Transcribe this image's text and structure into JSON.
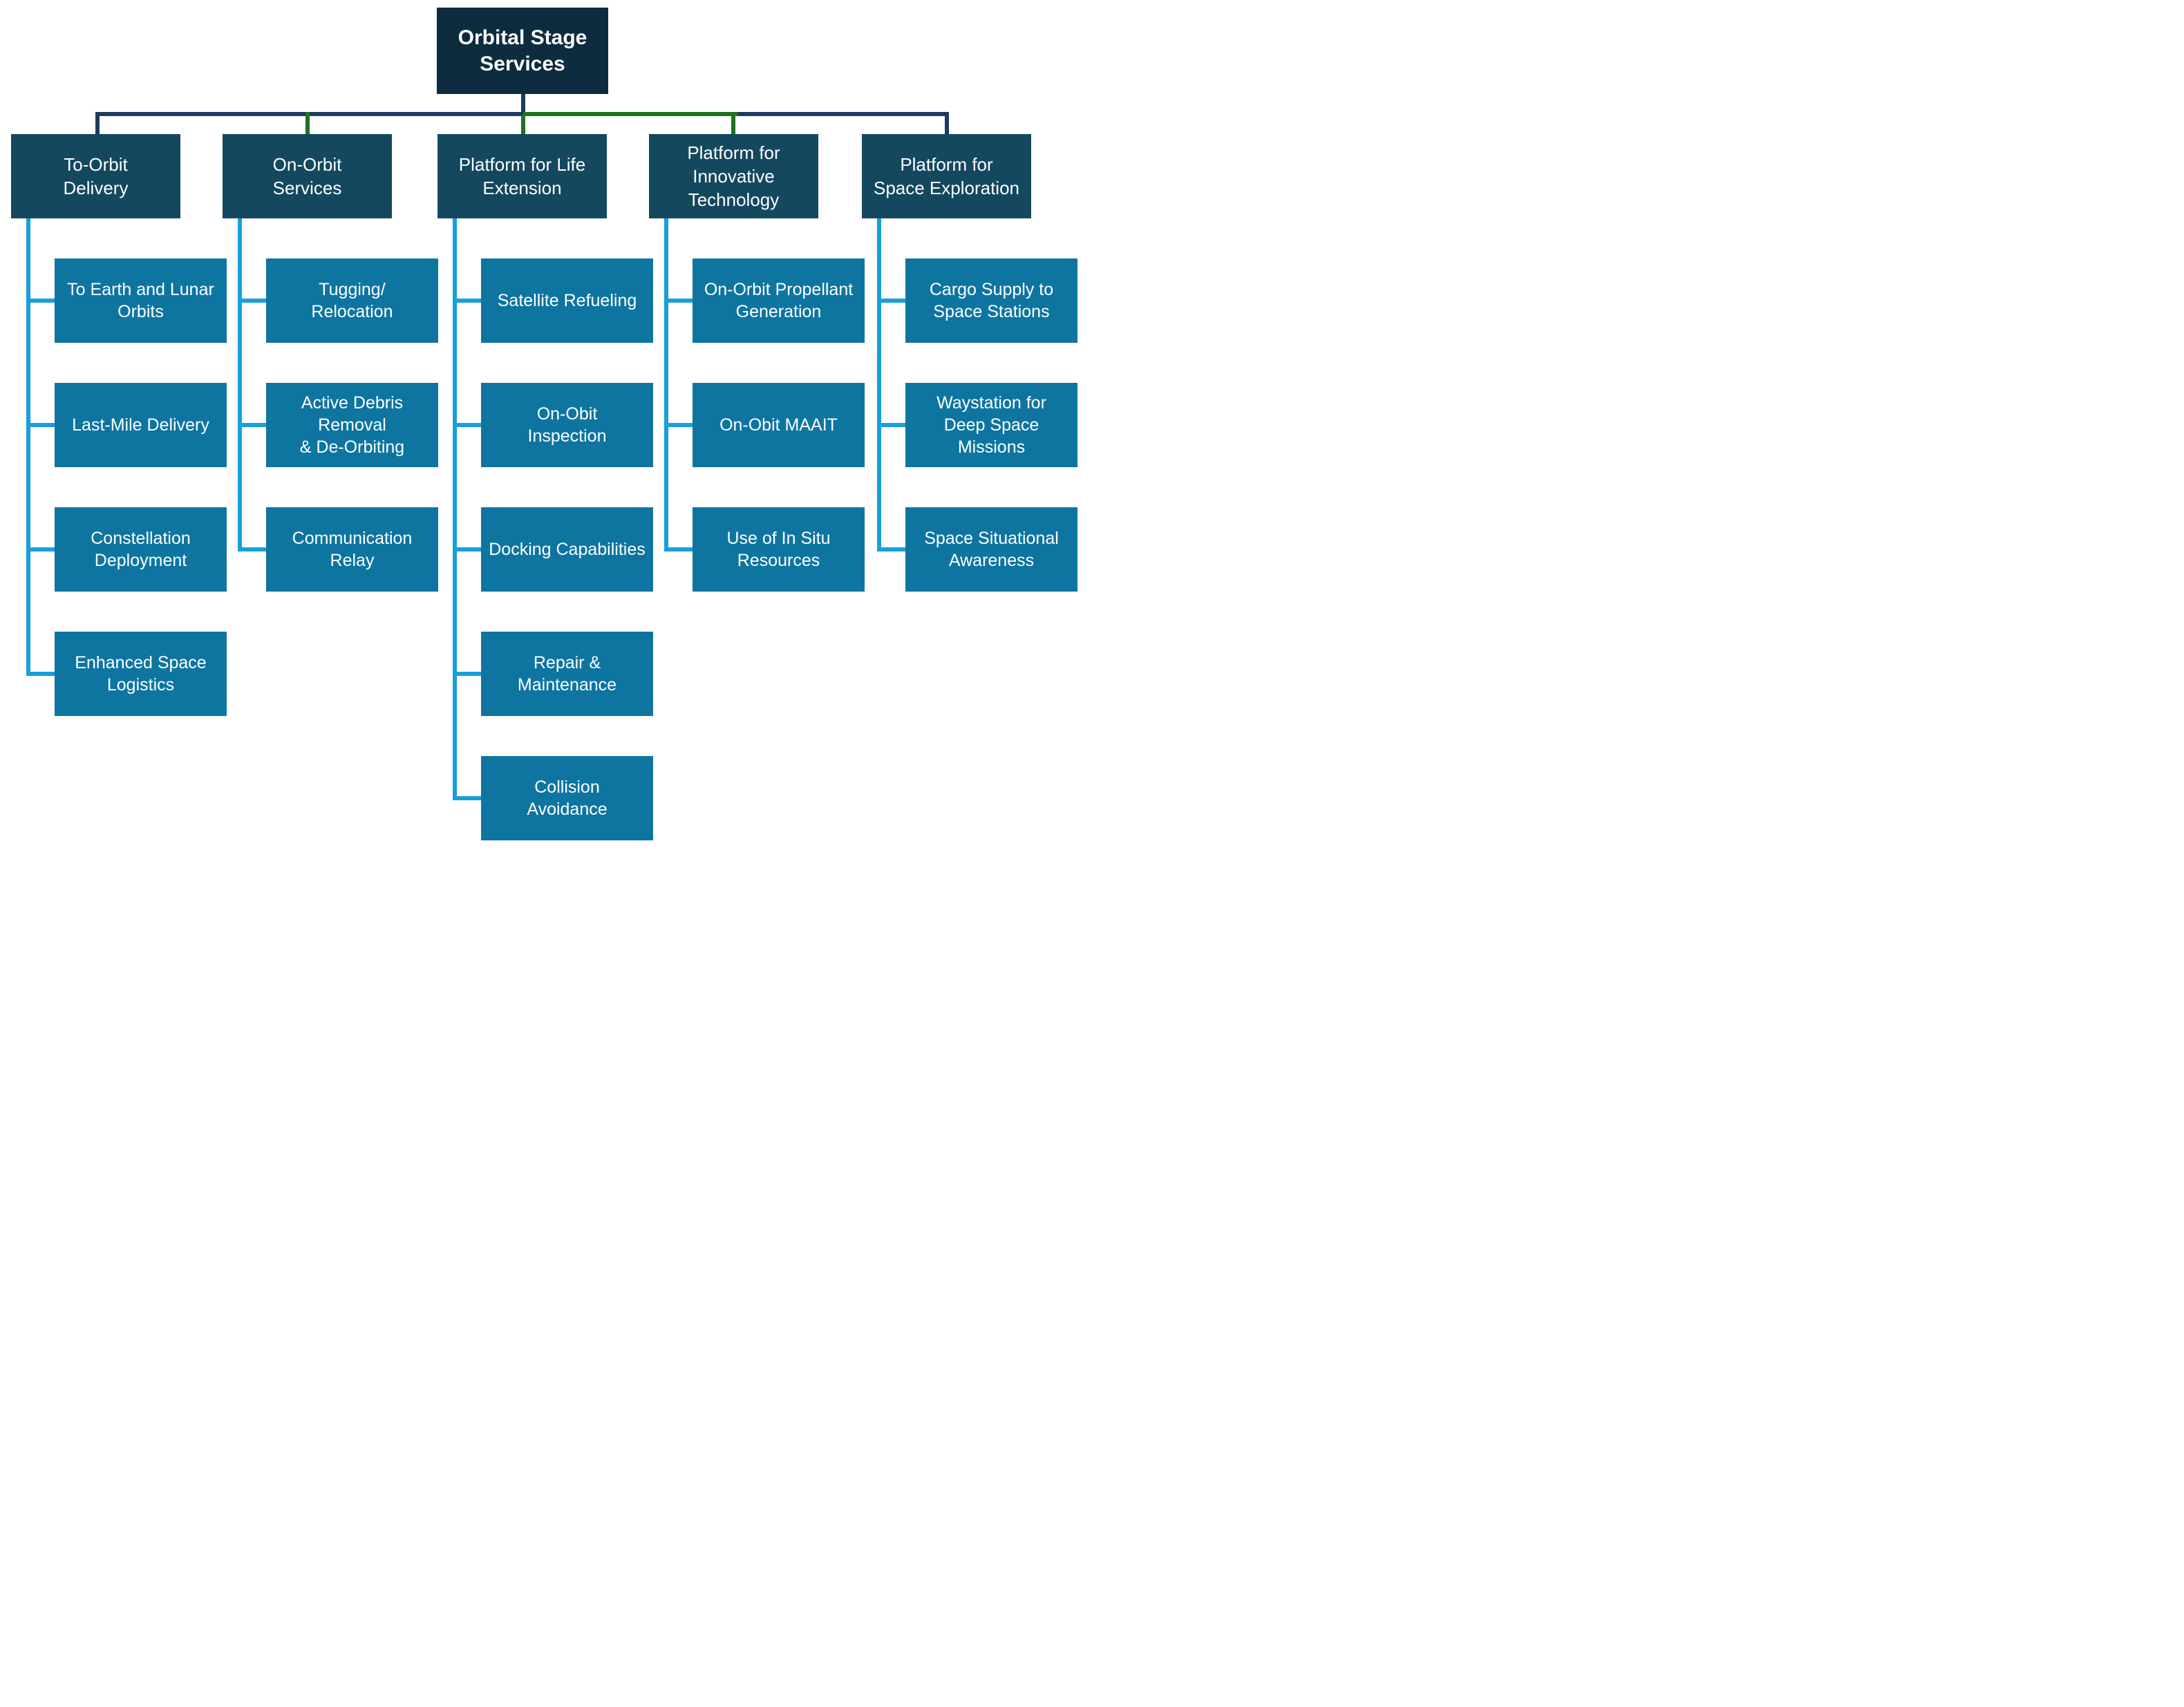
{
  "palette": {
    "background": "#FFFFFF",
    "text": "#FFFFFF",
    "title_box": "#0D2C3F",
    "parent_box": "#14485F",
    "child_box": "#0E75A1",
    "connector_navy": "#1E3A5F",
    "connector_green": "#1F7220",
    "connector_blue": "#17A0DB"
  },
  "root": {
    "label": "Orbital Stage\nServices"
  },
  "columns": [
    {
      "label": "To-Orbit\nDelivery",
      "children": [
        "To Earth and Lunar\nOrbits",
        "Last-Mile Delivery",
        "Constellation\nDeployment",
        "Enhanced Space\nLogistics"
      ]
    },
    {
      "label": "On-Orbit\nServices",
      "children": [
        "Tugging/\nRelocation",
        "Active Debris\nRemoval\n& De-Orbiting",
        "Communication\nRelay"
      ]
    },
    {
      "label": "Platform for Life\nExtension",
      "children": [
        "Satellite Refueling",
        "On-Obit\nInspection",
        "Docking Capabilities",
        "Repair &\nMaintenance",
        "Collision\nAvoidance"
      ]
    },
    {
      "label": "Platform for\nInnovative\nTechnology",
      "children": [
        "On-Orbit Propellant\nGeneration",
        "On-Obit MAAIT",
        "Use of In Situ\nResources"
      ]
    },
    {
      "label": "Platform for\nSpace Exploration",
      "children": [
        "Cargo Supply to\nSpace Stations",
        "Waystation for\nDeep Space\nMissions",
        "Space Situational\nAwareness"
      ]
    }
  ]
}
